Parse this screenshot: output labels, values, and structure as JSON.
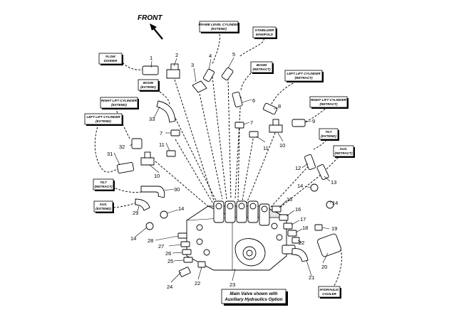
{
  "diagram": {
    "front_label": "FRONT",
    "caption_line1": "Main Valve shown with",
    "caption_line2": "Auxiliary Hydraulics Option",
    "labels": {
      "flow_divider": [
        "FLOW",
        "DIVIDER"
      ],
      "frame_level": [
        "FRAME LEVEL CYLINDER",
        "(EXTEND)"
      ],
      "stabilizer": [
        "STABILIZER",
        "MANIFOLD"
      ],
      "boom_retract": [
        "BOOM",
        "(RETRACT)"
      ],
      "left_lift_retract": [
        "LEFT LIFT CYLINDER",
        "(RETRACT)"
      ],
      "boom_extend": [
        "BOOM",
        "(EXTEND)"
      ],
      "right_lift_extend": [
        "RIGHT LIFT CYLINDER",
        "(EXTEND)"
      ],
      "right_lift_retract": [
        "RIGHT LIFT CYLINDER",
        "(RETRACT)"
      ],
      "left_lift_extend": [
        "LEFT LIFT CYLINDER",
        "(EXTEND)"
      ],
      "tilt_extend": [
        "TILT",
        "(EXTEND)"
      ],
      "aux_retract": [
        "AUX.",
        "(RETRACT)"
      ],
      "tilt_retract": [
        "TILT",
        "(RETRACT)"
      ],
      "aux_extend": [
        "AUX.",
        "(EXTEND)"
      ],
      "hydraulic_cooler": [
        "HYDRAULIC",
        "COOLER"
      ]
    },
    "callouts": [
      "1",
      "2",
      "3",
      "4",
      "5",
      "6",
      "7",
      "7",
      "8",
      "9",
      "10",
      "10",
      "11",
      "11",
      "12",
      "13",
      "14",
      "14",
      "14",
      "14",
      "15",
      "16",
      "17",
      "18",
      "19",
      "20",
      "21",
      "22",
      "22",
      "23",
      "24",
      "25",
      "26",
      "27",
      "28",
      "29",
      "30",
      "31",
      "32",
      "33"
    ]
  }
}
